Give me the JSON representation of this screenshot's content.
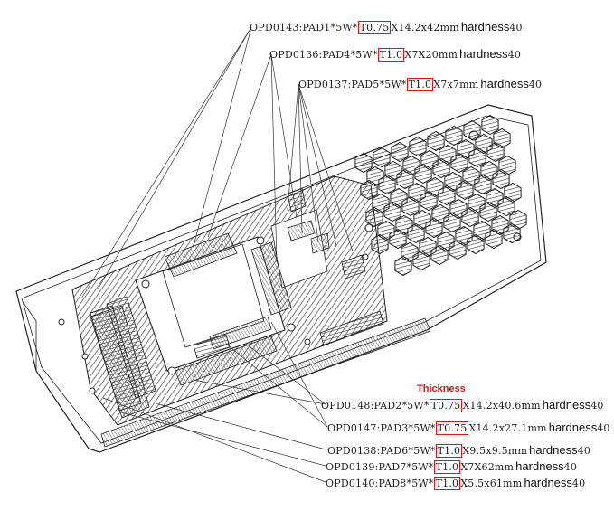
{
  "accent_color": "#d11a1a",
  "thickness_label": "Thickness",
  "labels": [
    {
      "code": "OPD0143:PAD1*5W*",
      "thickness": "T0.75",
      "dims": "X14.2x42mm",
      "hardness_word": "hardness",
      "hardness_value": "40"
    },
    {
      "code": "OPD0136:PAD4*5W*",
      "thickness": "T1.0",
      "dims": "X7X20mm",
      "hardness_word": "hardness",
      "hardness_value": "40"
    },
    {
      "code": "OPD0137:PAD5*5W*",
      "thickness": "T1.0",
      "dims": "X7x7mm",
      "hardness_word": "hardness",
      "hardness_value": "40"
    },
    {
      "code": "OPD0148:PAD2*5W*",
      "thickness": "T0.75",
      "dims": "X14.2x40.6mm",
      "hardness_word": "hardness",
      "hardness_value": "40"
    },
    {
      "code": "OPD0147:PAD3*5W*",
      "thickness": "T0.75",
      "dims": "X14.2x27.1mm",
      "hardness_word": "hardness",
      "hardness_value": "40"
    },
    {
      "code": "OPD0138:PAD6*5W*",
      "thickness": "T1.0",
      "dims": "X9.5x9.5mm",
      "hardness_word": "hardness",
      "hardness_value": "40"
    },
    {
      "code": "OPD0139:PAD7*5W*",
      "thickness": "T1.0",
      "dims": "X7X62mm",
      "hardness_word": "hardness",
      "hardness_value": "40"
    },
    {
      "code": "OPD0140:PAD8*5W*",
      "thickness": "T1.0",
      "dims": "X5.5x61mm",
      "hardness_word": "hardness",
      "hardness_value": "40"
    }
  ]
}
